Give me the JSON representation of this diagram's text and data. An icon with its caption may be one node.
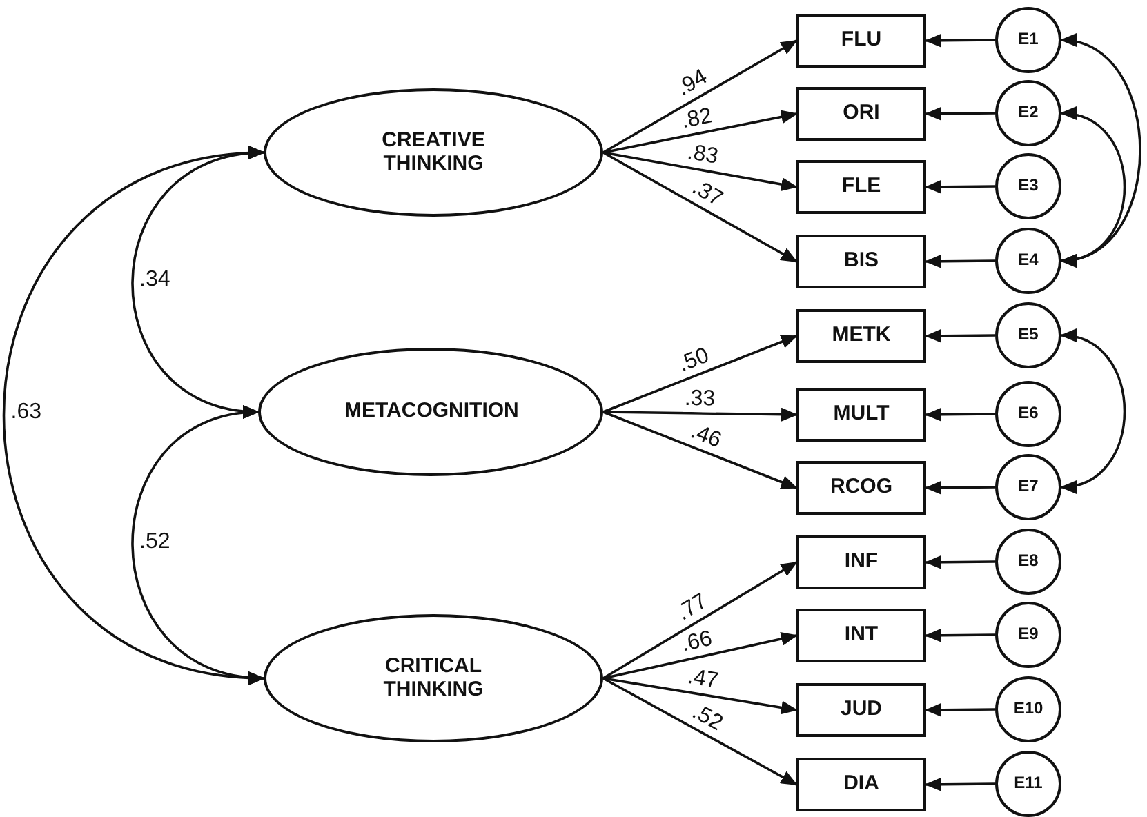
{
  "diagram": {
    "nodes": [
      {
        "text": [
          "CREATIVE THINKING"
        ]
      },
      {
        "text": [
          "METACOGNITION"
        ]
      },
      {
        "text": [
          "CRITICAL THINKING"
        ]
      },
      {
        "text": [
          "FLU"
        ]
      },
      {
        "text": [
          "ORI"
        ]
      },
      {
        "text": [
          "FLE"
        ]
      },
      {
        "text": [
          "BIS"
        ]
      },
      {
        "text": [
          "METK"
        ]
      },
      {
        "text": [
          "MULT"
        ]
      },
      {
        "text": [
          "RCOG"
        ]
      },
      {
        "text": [
          "INF"
        ]
      },
      {
        "text": [
          "INT"
        ]
      },
      {
        "text": [
          "JUD"
        ]
      },
      {
        "text": [
          "DIA"
        ]
      },
      {
        "text": [
          "E1"
        ]
      },
      {
        "text": [
          "E2"
        ]
      },
      {
        "text": [
          "E3"
        ]
      },
      {
        "text": [
          "E4"
        ]
      },
      {
        "text": [
          "E5"
        ]
      },
      {
        "text": [
          "E6"
        ]
      },
      {
        "text": [
          "E7"
        ]
      },
      {
        "text": [
          "E8"
        ]
      },
      {
        "text": [
          "E9"
        ]
      },
      {
        "text": [
          "E10"
        ]
      },
      {
        "text": [
          "E11"
        ]
      }
    ],
    "edges": [
      {
        "from": 0,
        "to": 3,
        "arrow": "to",
        "label": ".94"
      },
      {
        "from": 0,
        "to": 4,
        "arrow": "to",
        "label": ".82"
      },
      {
        "from": 0,
        "to": 5,
        "arrow": "to",
        "label": ".83"
      },
      {
        "from": 0,
        "to": 6,
        "arrow": "to",
        "label": ".37"
      },
      {
        "from": 1,
        "to": 7,
        "arrow": "to",
        "label": ".50"
      },
      {
        "from": 1,
        "to": 8,
        "arrow": "to",
        "label": ".33"
      },
      {
        "from": 1,
        "to": 9,
        "arrow": "to",
        "label": ".46"
      },
      {
        "from": 2,
        "to": 10,
        "arrow": "to",
        "label": ".77"
      },
      {
        "from": 2,
        "to": 11,
        "arrow": "to",
        "label": ".66"
      },
      {
        "from": 2,
        "to": 12,
        "arrow": "to",
        "label": ".47"
      },
      {
        "from": 2,
        "to": 13,
        "arrow": "to",
        "label": ".52"
      },
      {
        "from": 14,
        "to": 3,
        "arrow": "to"
      },
      {
        "from": 15,
        "to": 4,
        "arrow": "to"
      },
      {
        "from": 16,
        "to": 5,
        "arrow": "to"
      },
      {
        "from": 17,
        "to": 6,
        "arrow": "to"
      },
      {
        "from": 18,
        "to": 7,
        "arrow": "to"
      },
      {
        "from": 19,
        "to": 8,
        "arrow": "to"
      },
      {
        "from": 20,
        "to": 9,
        "arrow": "to"
      },
      {
        "from": 21,
        "to": 10,
        "arrow": "to"
      },
      {
        "from": 22,
        "to": 11,
        "arrow": "to"
      },
      {
        "from": 23,
        "to": 12,
        "arrow": "to"
      },
      {
        "from": 24,
        "to": 13,
        "arrow": "to"
      },
      {
        "from": 0,
        "to": 1,
        "arrow": "both",
        "label": ".34"
      },
      {
        "from": 1,
        "to": 2,
        "arrow": "both",
        "label": ".52"
      },
      {
        "from": 0,
        "to": 2,
        "arrow": "both",
        "label": ".63"
      },
      {
        "from": 14,
        "to": 17,
        "arrow": "both"
      },
      {
        "from": 15,
        "to": 17,
        "arrow": "both"
      },
      {
        "from": 18,
        "to": 20,
        "arrow": "both"
      }
    ]
  }
}
